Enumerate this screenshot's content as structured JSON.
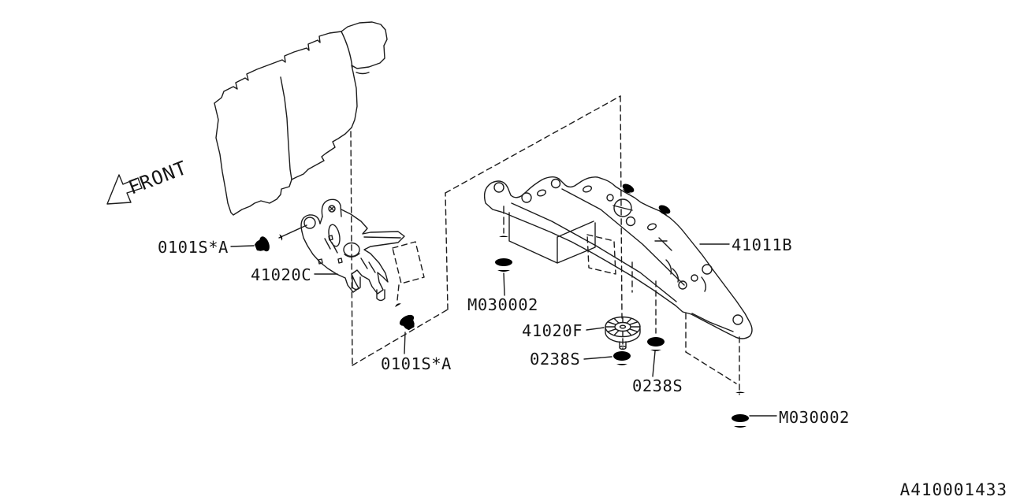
{
  "diagram": {
    "type": "parts-exploded-view",
    "front_indicator": "FRONT",
    "drawing_number": "A410001433"
  },
  "part_labels": {
    "bolt_0101sa_upper": "0101S*A",
    "bracket": "41020C",
    "bolt_m030002_left": "M030002",
    "damper": "41020F",
    "nut_0238s_left": "0238S",
    "bolt_0101sa_lower": "0101S*A",
    "nut_0238s_right": "0238S",
    "crossmember": "41011B",
    "bolt_m030002_right": "M030002"
  },
  "colors": {
    "background": "#ffffff",
    "line": "#1c1c1c",
    "text": "#161616"
  }
}
